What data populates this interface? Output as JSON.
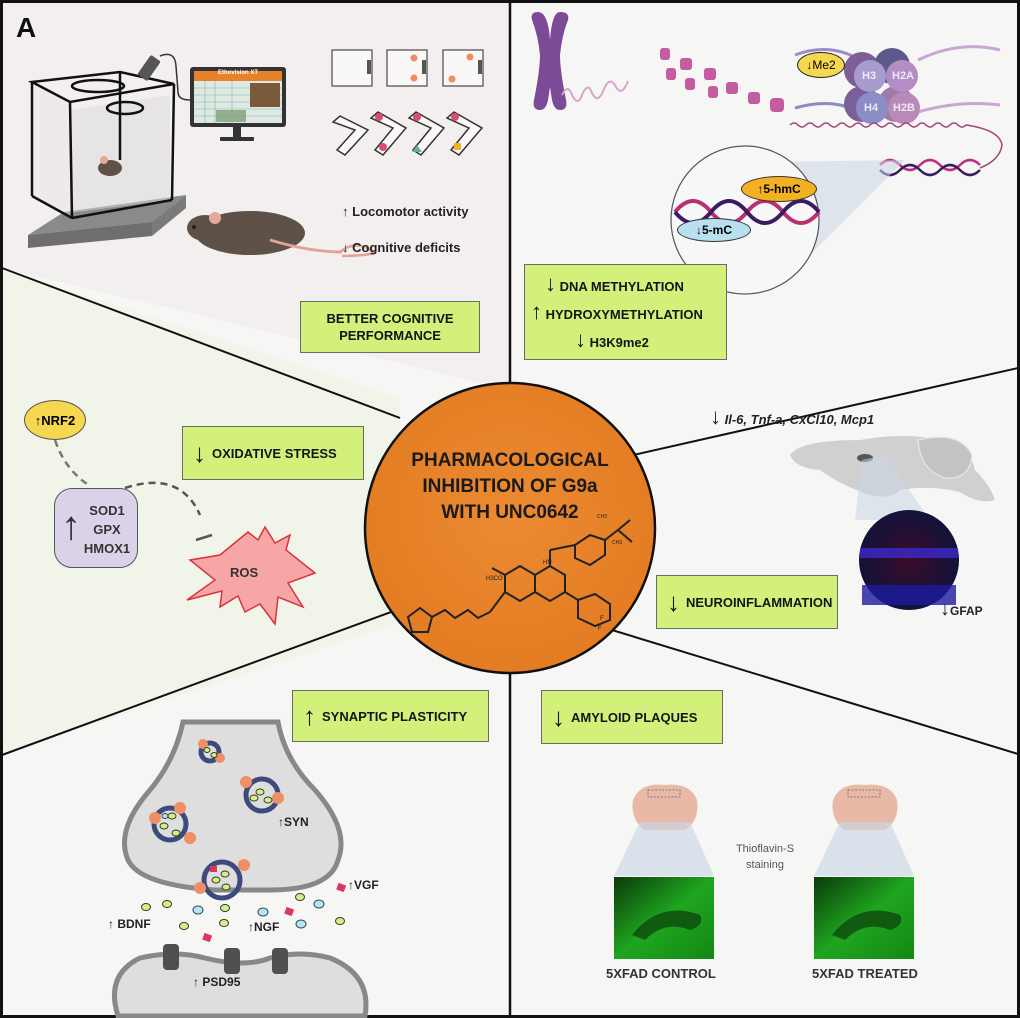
{
  "panel_letter": "A",
  "center": {
    "title_lines": [
      "PHARMACOLOGICAL",
      "INHIBITION OF G9a",
      "WITH UNC0642"
    ],
    "color": "#e8822a",
    "molecule_labels": {
      "h3co": "H3CO",
      "hn": "HN",
      "ch3_top": "CH3",
      "ch3_bottom": "CH3",
      "n": "N",
      "o": "O",
      "f1": "F",
      "f2": "F"
    }
  },
  "colors": {
    "box_fill": "#d2f07a",
    "panel_top_left_bg": "#f4efef",
    "panel_left_bg": "#f1f5e9",
    "panel_other_bg": "#f6f6f5",
    "ros_fill": "#f7a6a6",
    "nrf2_fill": "#f5d84f",
    "enzyme_box_fill": "#d9d2e8",
    "histone_purple": "#8e6fb0"
  },
  "behavior": {
    "monitor_title": "Ethovision XT",
    "locomotor": {
      "arrow": "up",
      "label": "Locomotor activity"
    },
    "cognitive": {
      "arrow": "down",
      "label": "Cognitive deficits"
    },
    "result_box": {
      "lines": [
        "BETTER COGNITIVE",
        "PERFORMANCE"
      ]
    }
  },
  "epigenetics": {
    "me2_badge": {
      "arrow": "down",
      "label": "Me2"
    },
    "histones": [
      "H3",
      "H2A",
      "H4",
      "H2B"
    ],
    "hmc_badge": {
      "arrow": "up",
      "label": "5-hmC"
    },
    "mc_badge": {
      "arrow": "down",
      "label": "5-mC"
    },
    "result_box": {
      "rows": [
        {
          "arrow": "down",
          "label": "DNA METHYLATION"
        },
        {
          "arrow": "up",
          "label": "HYDROXYMETHYLATION"
        },
        {
          "arrow": "down",
          "label": "H3K9me2"
        }
      ]
    }
  },
  "oxidative": {
    "nrf2": {
      "arrow": "up",
      "label": "NRF2"
    },
    "enzymes": {
      "arrow": "up",
      "labels": [
        "SOD1",
        "GPX",
        "HMOX1"
      ]
    },
    "ros": "ROS",
    "result_box": {
      "arrow": "down",
      "label": "OXIDATIVE STRESS"
    }
  },
  "neuroinflammation": {
    "cytokines": {
      "arrow": "down",
      "label": "Il-6, Tnf-a, CxCl10, Mcp1"
    },
    "gfap": {
      "arrow": "down",
      "label": "GFAP"
    },
    "result_box": {
      "arrow": "down",
      "label": "NEUROINFLAMMATION"
    }
  },
  "synaptic": {
    "result_box": {
      "arrow": "up",
      "label": "SYNAPTIC PLASTICITY"
    },
    "syn": {
      "arrow": "up",
      "label": "SYN"
    },
    "vgf": {
      "arrow": "up",
      "label": "VGF"
    },
    "bdnf": {
      "arrow": "up",
      "label": "BDNF"
    },
    "ngf": {
      "arrow": "up",
      "label": "NGF"
    },
    "psd95": {
      "arrow": "up",
      "label": "PSD95"
    }
  },
  "amyloid": {
    "result_box": {
      "arrow": "down",
      "label": "AMYLOID PLAQUES"
    },
    "stain_label_lines": [
      "Thioflavin-S",
      "staining"
    ],
    "control_label": "5XFAD CONTROL",
    "treated_label": "5XFAD TREATED"
  },
  "arrows": {
    "up": "↑",
    "down": "↓"
  }
}
